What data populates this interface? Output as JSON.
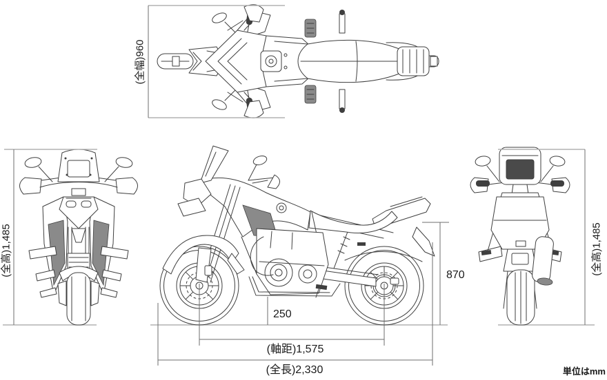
{
  "footnote": {
    "text": "単位はmm"
  },
  "dimensions": {
    "overall_width": {
      "label": "(全幅)960",
      "value": 960,
      "unit": "mm"
    },
    "overall_height": {
      "label": "(全高)1,485",
      "value": 1485,
      "unit": "mm"
    },
    "seat_height": {
      "label": "870",
      "value": 870,
      "unit": "mm"
    },
    "ground_clearance": {
      "label": "250",
      "value": 250,
      "unit": "mm"
    },
    "wheelbase": {
      "label": "(軸距)1,575",
      "value": 1575,
      "unit": "mm"
    },
    "overall_length": {
      "label": "(全長)2,330",
      "value": 2330,
      "unit": "mm"
    }
  },
  "colors": {
    "background": "#ffffff",
    "artwork_line": "#3f3f3f",
    "extension_line": "#b2b2b2",
    "dimension_line": "#6e6e6e",
    "label_text": "#1a1a1a",
    "grille_fill": "#8a8a8a",
    "dark_fill": "#3f3f3f",
    "display_fill": "#4a4a4a"
  }
}
